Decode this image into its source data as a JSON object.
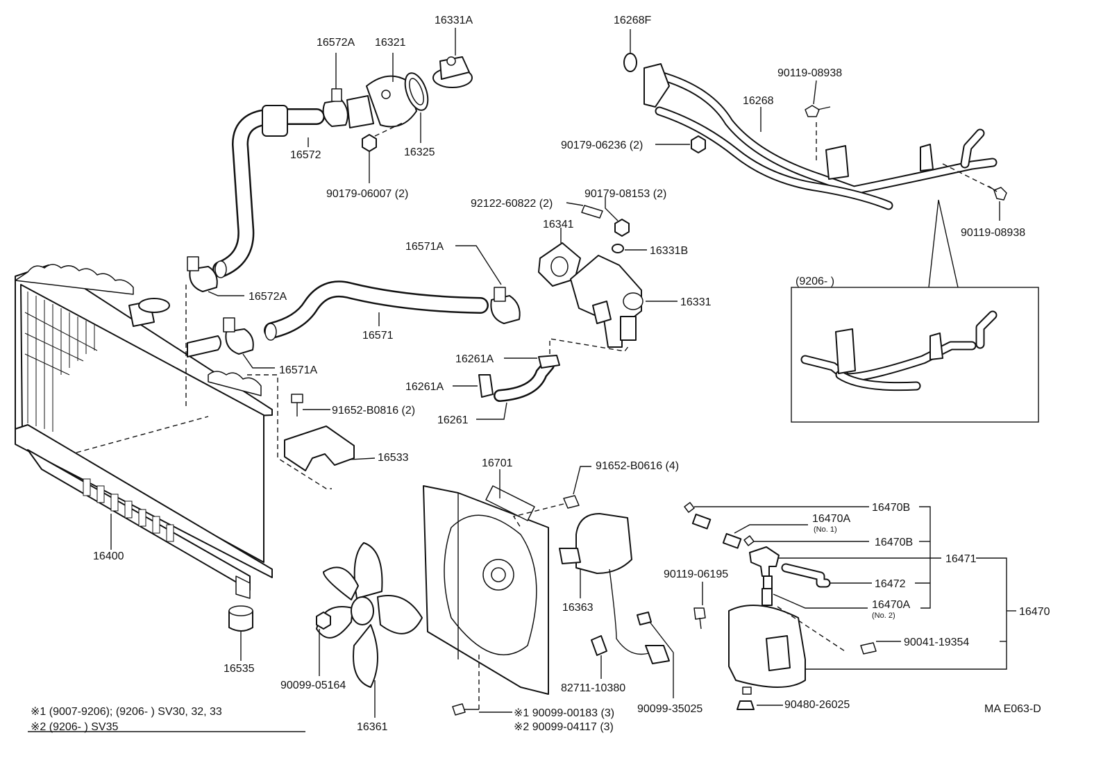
{
  "diagram_code": "MA E063-D",
  "labels": {
    "p16331A": "16331A",
    "p16572A_top": "16572A",
    "p16321": "16321",
    "p16572": "16572",
    "p16325": "16325",
    "p90179_06007": "90179-06007 (2)",
    "p16268F": "16268F",
    "p90119_08938_a": "90119-08938",
    "p16268": "16268",
    "p90179_06236": "90179-06236 (2)",
    "p90119_08938_b": "90119-08938",
    "p92122_60822": "92122-60822 (2)",
    "p90179_08153": "90179-08153 (2)",
    "p16341": "16341",
    "p16331B": "16331B",
    "p16331": "16331",
    "p16571A_top": "16571A",
    "p16571": "16571",
    "p16572A_mid": "16572A",
    "p16571A_low": "16571A",
    "p16261A_a": "16261A",
    "p16261A_b": "16261A",
    "p16261": "16261",
    "p91652_B0816": "91652-B0816 (2)",
    "p16533": "16533",
    "p16400": "16400",
    "p16535": "16535",
    "p16701": "16701",
    "p91652_B0616": "91652-B0616 (4)",
    "p16363": "16363",
    "p90099_05164": "90099-05164",
    "p16361": "16361",
    "p82711_10380": "82711-10380",
    "p90099_35025": "90099-35025",
    "p90099_00183": "※1 90099-00183 (3)",
    "p90099_04117": "※2 90099-04117 (3)",
    "p16470B_a": "16470B",
    "p16470A_a": "16470A",
    "p16470A_a_sub": "(No. 1)",
    "p16470B_b": "16470B",
    "p16471": "16471",
    "p16472": "16472",
    "p16470A_b": "16470A",
    "p16470A_b_sub": "(No. 2)",
    "p16470": "16470",
    "p90119_06195": "90119-06195",
    "p90041_19354": "90041-19354",
    "p90480_26025": "90480-26025"
  },
  "inset": {
    "caption": "(9206-        )"
  },
  "notes": {
    "note1": "※1 (9007-9206); (9206-        ) SV30, 32, 33",
    "note2": "※2 (9206-        ) SV35"
  }
}
